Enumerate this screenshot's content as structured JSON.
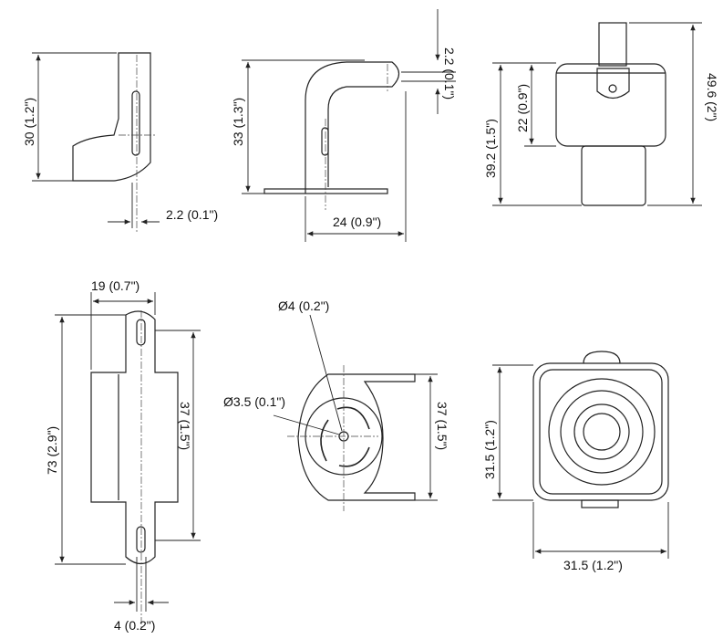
{
  "views": {
    "side_bracket": {
      "height_label": "30 (1.2\")",
      "thickness_label": "2.2 (0.1\")"
    },
    "l_bracket": {
      "height_label": "33 (1.3\")",
      "thickness_label": "2.2 (0.1\")",
      "width_label": "24 (0.9\")"
    },
    "camera_side": {
      "body_label": "39.2 (1.5\")",
      "box_label": "22 (0.9\")",
      "total_label": "49.6 (2\")"
    },
    "bracket_front": {
      "width_label": "19 (0.7\")",
      "length_label": "73 (2.9\")",
      "spacing_label": "37 (1.5\")",
      "slot_label": "4 (0.2\")"
    },
    "bracket_top": {
      "hole_label": "Ø4 (0.2\")",
      "center_hole_label": "Ø3.5 (0.1\")",
      "span_label": "37 (1.5\")"
    },
    "camera_front": {
      "height_label": "31.5 (1.2\")",
      "width_label": "31.5 (1.2\")"
    }
  }
}
